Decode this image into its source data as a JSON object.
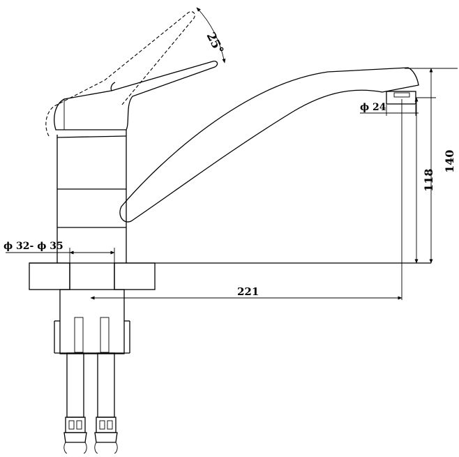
{
  "dimensions": {
    "lever_angle": "25°",
    "aerator_diameter": "ϕ 24",
    "total_height": "140",
    "spout_height": "118",
    "mount_hole_diameter": "ϕ 32- ϕ 35",
    "spout_reach": "221"
  }
}
